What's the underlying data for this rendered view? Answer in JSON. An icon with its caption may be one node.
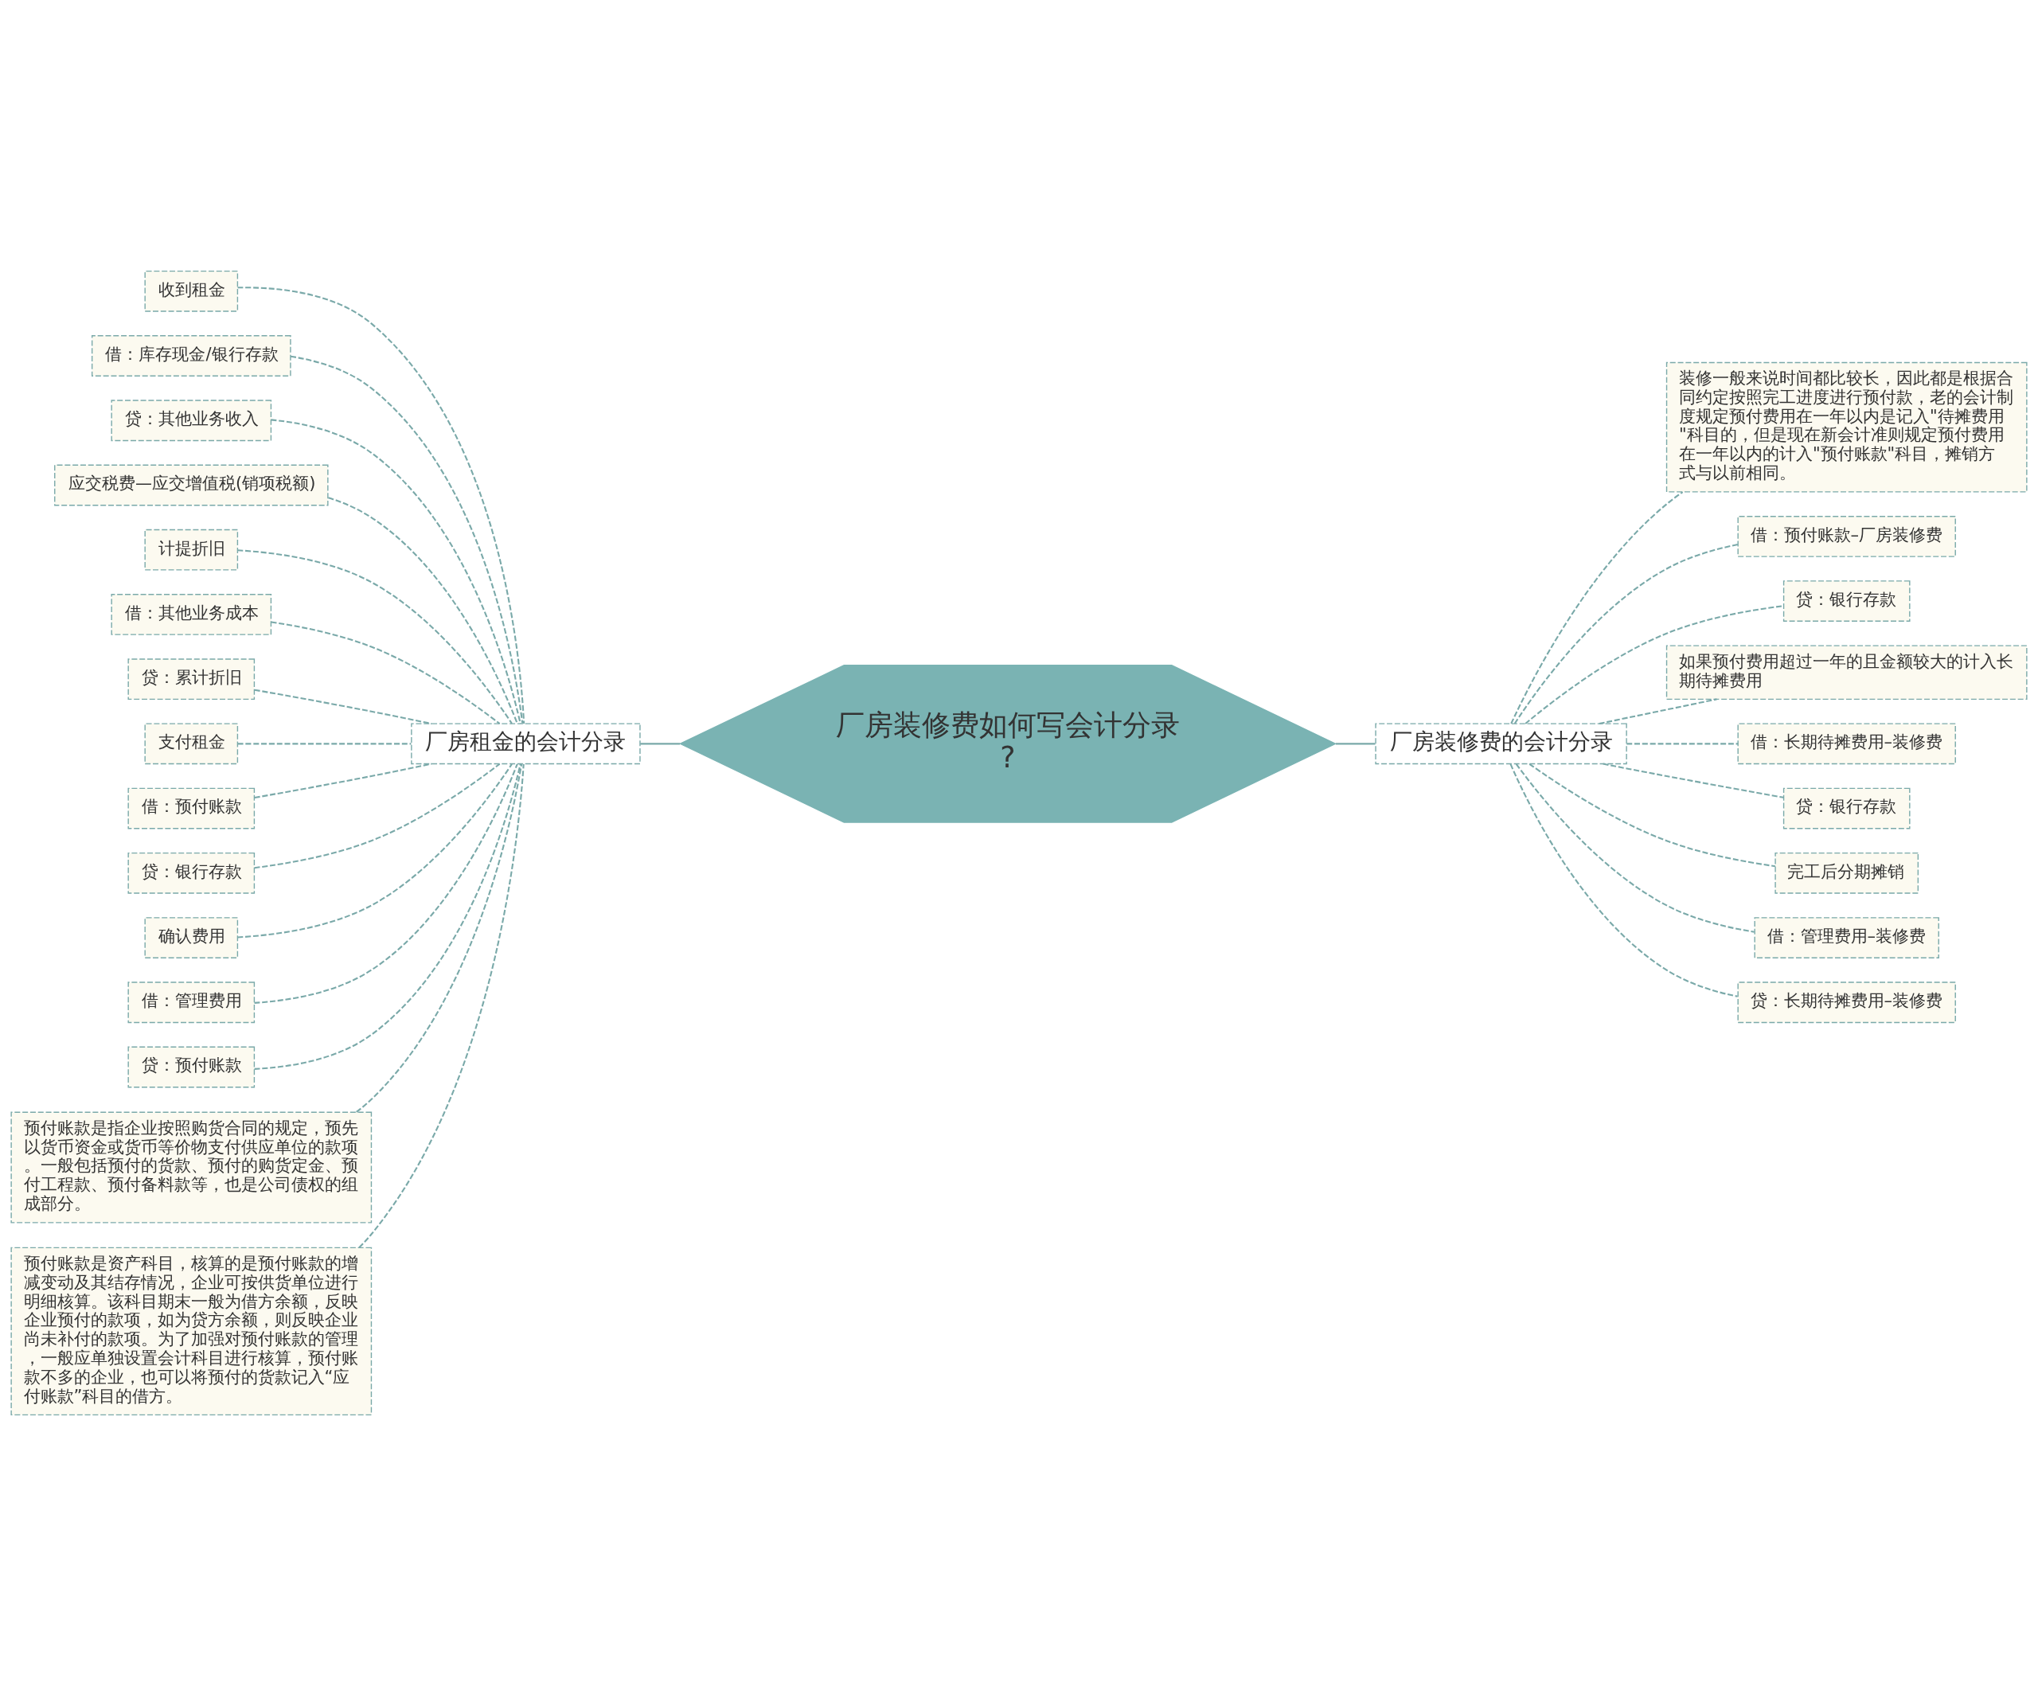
{
  "diagram": {
    "nodes": [
      {
        "text": [
          "厂房装修费如何写会计分录?"
        ]
      },
      {
        "text": [
          "厂房租金的会计分录"
        ]
      },
      {
        "text": [
          "厂房装修费的会计分录"
        ]
      },
      {
        "text": [
          "收到租金"
        ]
      },
      {
        "text": [
          "借：库存现金/银行存款"
        ]
      },
      {
        "text": [
          "贷：其他业务收入"
        ]
      },
      {
        "text": [
          "应交税费—应交增值税(销项税额)"
        ]
      },
      {
        "text": [
          "计提折旧"
        ]
      },
      {
        "text": [
          "借：其他业务成本"
        ]
      },
      {
        "text": [
          "贷：累计折旧"
        ]
      },
      {
        "text": [
          "支付租金"
        ]
      },
      {
        "text": [
          "借：预付账款"
        ]
      },
      {
        "text": [
          "贷：银行存款"
        ]
      },
      {
        "text": [
          "确认费用"
        ]
      },
      {
        "text": [
          "借：管理费用"
        ]
      },
      {
        "text": [
          "贷：预付账款"
        ]
      },
      {
        "text": [
          "预付账款是指企业按照购货合同的规定，预先以货币资金或货币等价物支付供应单位的款项。一般包括预付的货款、预付的购货定金、预付工程款、预付备料款等，也是公司债权的组成部分。"
        ]
      },
      {
        "text": [
          "预付账款是资产科目，核算的是预付账款的增减变动及其结存情况，企业可按供货单位进行明细核算。该科目期末一般为借方余额，反映企业预付的款项，如为贷方余额，则反映企业尚未补付的款项。为了加强对预付账款的管理，一般应单独设置会计科目进行核算，预付账款不多的企业，也可以将预付的货款记入“应付账款”科目的借方。"
        ]
      },
      {
        "text": [
          "装修一般来说时间都比较长，因此都是根据合同约定按照完工进度进行预付款，老的会计制度规定预付费用在一年以内是记入\"待摊费用\"科目的，但是现在新会计准则规定预付费用在一年以内的计入\"预付账款\"科目，摊销方式与以前相同。"
        ]
      },
      {
        "text": [
          "借：预付账款–厂房装修费"
        ]
      },
      {
        "text": [
          "贷：银行存款"
        ]
      },
      {
        "text": [
          "如果预付费用超过一年的且金额较大的计入长期待摊费用"
        ]
      },
      {
        "text": [
          "借：长期待摊费用–装修费"
        ]
      },
      {
        "text": [
          "贷：银行存款"
        ]
      },
      {
        "text": [
          "完工后分期摊销"
        ]
      },
      {
        "text": [
          "借：管理费用–装修费"
        ]
      },
      {
        "text": [
          "贷：长期待摊费用–装修费"
        ]
      }
    ],
    "edges": [
      {
        "from": 0,
        "to": 1,
        "arrow": "none"
      },
      {
        "from": 0,
        "to": 2,
        "arrow": "none"
      },
      {
        "from": 1,
        "to": 3,
        "arrow": "none",
        "style": "dashed"
      },
      {
        "from": 1,
        "to": 4,
        "arrow": "none",
        "style": "dashed"
      },
      {
        "from": 1,
        "to": 5,
        "arrow": "none",
        "style": "dashed"
      },
      {
        "from": 1,
        "to": 6,
        "arrow": "none",
        "style": "dashed"
      },
      {
        "from": 1,
        "to": 7,
        "arrow": "none",
        "style": "dashed"
      },
      {
        "from": 1,
        "to": 8,
        "arrow": "none",
        "style": "dashed"
      },
      {
        "from": 1,
        "to": 9,
        "arrow": "none",
        "style": "dashed"
      },
      {
        "from": 1,
        "to": 10,
        "arrow": "none",
        "style": "dashed"
      },
      {
        "from": 1,
        "to": 11,
        "arrow": "none",
        "style": "dashed"
      },
      {
        "from": 1,
        "to": 12,
        "arrow": "none",
        "style": "dashed"
      },
      {
        "from": 1,
        "to": 13,
        "arrow": "none",
        "style": "dashed"
      },
      {
        "from": 1,
        "to": 14,
        "arrow": "none",
        "style": "dashed"
      },
      {
        "from": 1,
        "to": 15,
        "arrow": "none",
        "style": "dashed"
      },
      {
        "from": 1,
        "to": 16,
        "arrow": "none",
        "style": "dashed"
      },
      {
        "from": 1,
        "to": 17,
        "arrow": "none",
        "style": "dashed"
      },
      {
        "from": 2,
        "to": 18,
        "arrow": "none",
        "style": "dashed"
      },
      {
        "from": 2,
        "to": 19,
        "arrow": "none",
        "style": "dashed"
      },
      {
        "from": 2,
        "to": 20,
        "arrow": "none",
        "style": "dashed"
      },
      {
        "from": 2,
        "to": 21,
        "arrow": "none",
        "style": "dashed"
      },
      {
        "from": 2,
        "to": 22,
        "arrow": "none",
        "style": "dashed"
      },
      {
        "from": 2,
        "to": 23,
        "arrow": "none",
        "style": "dashed"
      },
      {
        "from": 2,
        "to": 24,
        "arrow": "none",
        "style": "dashed"
      },
      {
        "from": 2,
        "to": 25,
        "arrow": "none",
        "style": "dashed"
      },
      {
        "from": 2,
        "to": 26,
        "arrow": "none",
        "style": "dashed"
      }
    ]
  }
}
